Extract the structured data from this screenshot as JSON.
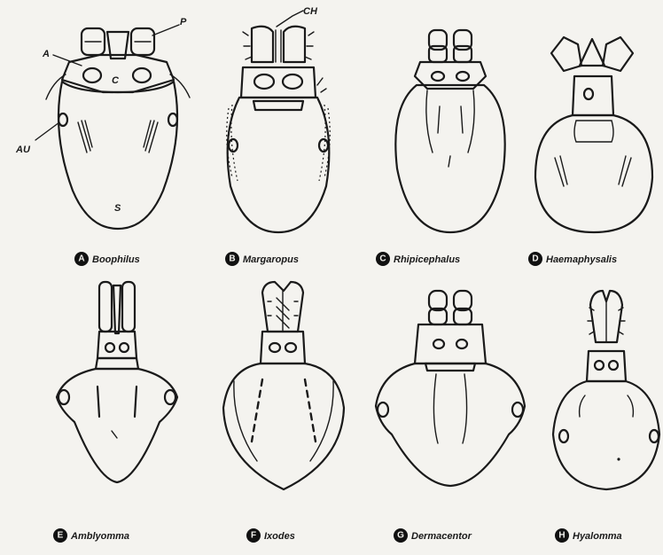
{
  "figure": {
    "panels": [
      {
        "id": "A",
        "letter": "A",
        "genus": "Boophilus"
      },
      {
        "id": "B",
        "letter": "B",
        "genus": "Margaropus"
      },
      {
        "id": "C",
        "letter": "C",
        "genus": "Rhipicephalus"
      },
      {
        "id": "D",
        "letter": "D",
        "genus": "Haemaphysalis"
      },
      {
        "id": "E",
        "letter": "E",
        "genus": "Amblyomma"
      },
      {
        "id": "F",
        "letter": "F",
        "genus": "Ixodes"
      },
      {
        "id": "G",
        "letter": "G",
        "genus": "Dermacentor"
      },
      {
        "id": "H",
        "letter": "H",
        "genus": "Hyalomma"
      }
    ],
    "annotations": {
      "P": "P",
      "A": "A",
      "C": "C",
      "AU": "AU",
      "S": "S",
      "CH": "CH"
    }
  }
}
